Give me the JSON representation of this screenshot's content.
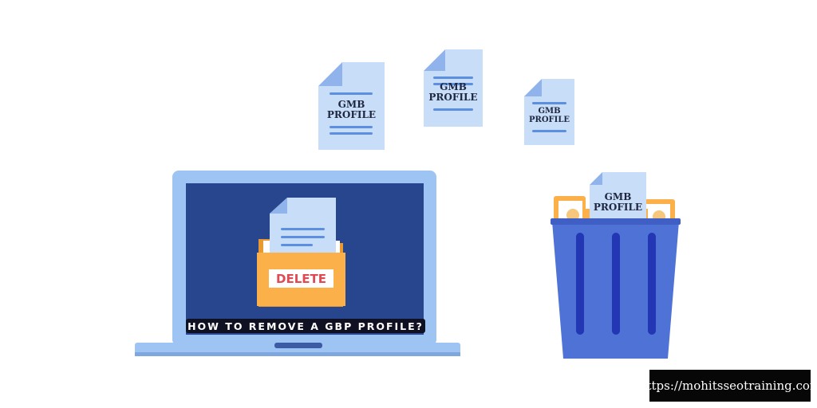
{
  "floating_docs": [
    {
      "label_line1": "GMB",
      "label_line2": "PROFILE"
    },
    {
      "label_line1": "GMB",
      "label_line2": "PROFILE"
    },
    {
      "label_line1": "GMB",
      "label_line2": "PROFILE"
    }
  ],
  "bin_doc": {
    "label_line1": "GMB",
    "label_line2": "PROFILE"
  },
  "folder": {
    "delete_label": "DELETE"
  },
  "banner": {
    "text": "HOW TO REMOVE A GBP PROFILE?"
  },
  "footer": {
    "url": "https://mohitsseotraining.com"
  },
  "colors": {
    "laptop_body": "#9ec4f3",
    "laptop_screen": "#27468e",
    "doc_fill": "#c7ddf8",
    "folder": "#fbb04a",
    "bin": "#4e72d5",
    "bin_stripes": "#2337b5"
  }
}
